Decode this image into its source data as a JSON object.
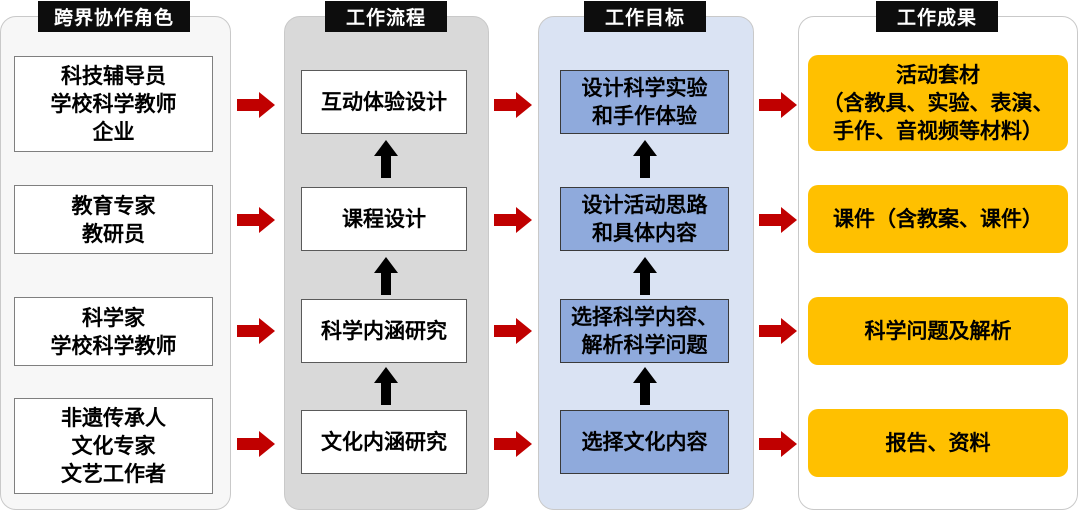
{
  "headers": {
    "roles": "跨界协作角色",
    "process": "工作流程",
    "goals": "工作目标",
    "outputs": "工作成果"
  },
  "roles": [
    [
      "科技辅导员",
      "学校科学教师",
      "企业"
    ],
    [
      "教育专家",
      "教研员"
    ],
    [
      "科学家",
      "学校科学教师"
    ],
    [
      "非遗传承人",
      "文化专家",
      "文艺工作者"
    ]
  ],
  "process": [
    "互动体验设计",
    "课程设计",
    "科学内涵研究",
    "文化内涵研究"
  ],
  "goals": [
    [
      "设计科学实验",
      "和手作体验"
    ],
    [
      "设计活动思路",
      "和具体内容"
    ],
    [
      "选择科学内容、",
      "解析科学问题"
    ],
    [
      "选择文化内容"
    ]
  ],
  "outputs": [
    [
      "活动套材",
      "（含教具、实验、表演、",
      "手作、音视频等材料）"
    ],
    [
      "课件（含教案、课件）"
    ],
    [
      "科学问题及解析"
    ],
    [
      "报告、资料"
    ]
  ],
  "colors": {
    "arrow_right": "#c00000",
    "arrow_up": "#000000",
    "goal_fill": "#8faadc",
    "output_fill": "#ffc000",
    "process_panel": "#d9d9d9",
    "goal_panel": "#dae3f3"
  }
}
